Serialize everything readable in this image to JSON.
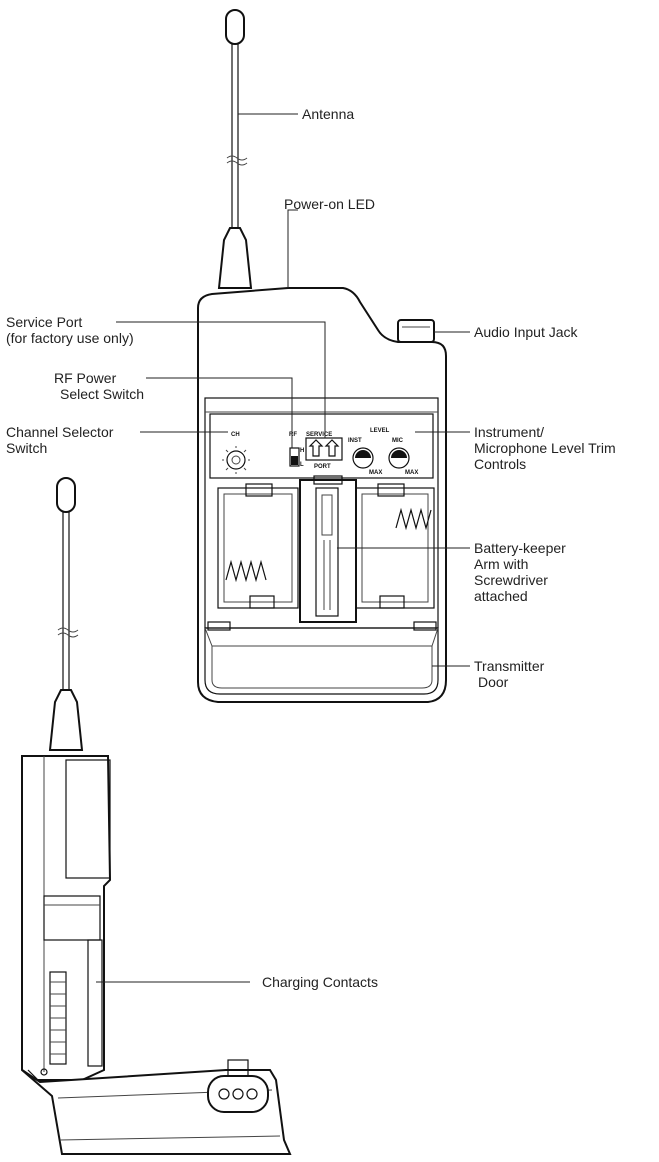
{
  "labels": {
    "antenna": "Antenna",
    "power_led": "Power-on LED",
    "service_port_line1": "Service Port",
    "service_port_line2": "(for factory use only)",
    "audio_input": "Audio Input Jack",
    "rf_power_line1": "RF Power",
    "rf_power_line2": "Select Switch",
    "channel_selector_line1": "Channel Selector",
    "channel_selector_line2": "Switch",
    "level_trim_line1": "Instrument/",
    "level_trim_line2": "Microphone Level Trim",
    "level_trim_line3": "Controls",
    "battery_keeper_line1": "Battery-keeper",
    "battery_keeper_line2": "Arm with",
    "battery_keeper_line3": "Screwdriver",
    "battery_keeper_line4": "attached",
    "transmitter_door_line1": "Transmitter",
    "transmitter_door_line2": "Door",
    "charging_contacts": "Charging Contacts"
  },
  "panel_text": {
    "ch": "CH",
    "rf": "RF",
    "service": "SERVICE",
    "port": "PORT",
    "level": "LEVEL",
    "inst": "INST",
    "mic": "MIC",
    "max1": "MAX",
    "max2": "MAX",
    "h": "H",
    "l": "L"
  }
}
